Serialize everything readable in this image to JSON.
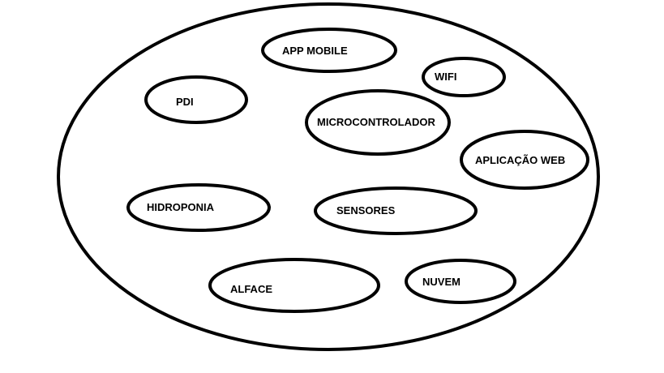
{
  "diagram": {
    "stroke_color": "#000000",
    "background_color": "#ffffff",
    "nodes": [
      {
        "id": "app-mobile",
        "label": "APP MOBILE"
      },
      {
        "id": "wifi",
        "label": "WIFI"
      },
      {
        "id": "pdi",
        "label": "PDI"
      },
      {
        "id": "microcontrolador",
        "label": "MICROCONTROLADOR"
      },
      {
        "id": "aplicacao-web",
        "label": "APLICAÇÃO WEB"
      },
      {
        "id": "hidroponia",
        "label": "HIDROPONIA"
      },
      {
        "id": "sensores",
        "label": "SENSORES"
      },
      {
        "id": "nuvem",
        "label": "NUVEM"
      },
      {
        "id": "alface",
        "label": "ALFACE"
      }
    ]
  }
}
